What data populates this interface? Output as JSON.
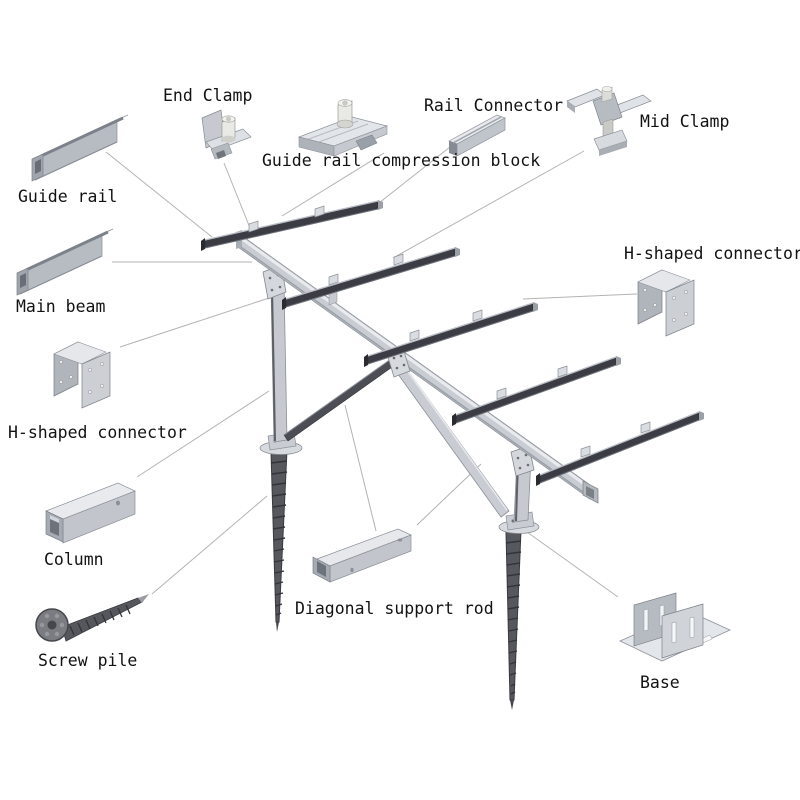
{
  "diagram": {
    "type": "exploded-parts-diagram",
    "subject": "Solar panel ground mounting system components"
  },
  "labels": {
    "end_clamp": "End Clamp",
    "rail_connector": "Rail Connector",
    "mid_clamp": "Mid Clamp",
    "compression_block": "Guide rail compression block",
    "guide_rail": "Guide rail",
    "h_connector_right": "H-shaped connector",
    "main_beam": "Main beam",
    "h_connector_left": "H-shaped connector",
    "column": "Column",
    "screw_pile": "Screw pile",
    "diagonal_rod": "Diagonal support rod",
    "base": "Base"
  },
  "colors": {
    "background": "#ffffff",
    "rail_dark": "#3c3d44",
    "metal_light": "#c9cdd3",
    "metal_highlight": "#e8eaee",
    "pile_dark": "#57585e",
    "leader_line": "#b3b3b3",
    "label_text": "#121212"
  }
}
